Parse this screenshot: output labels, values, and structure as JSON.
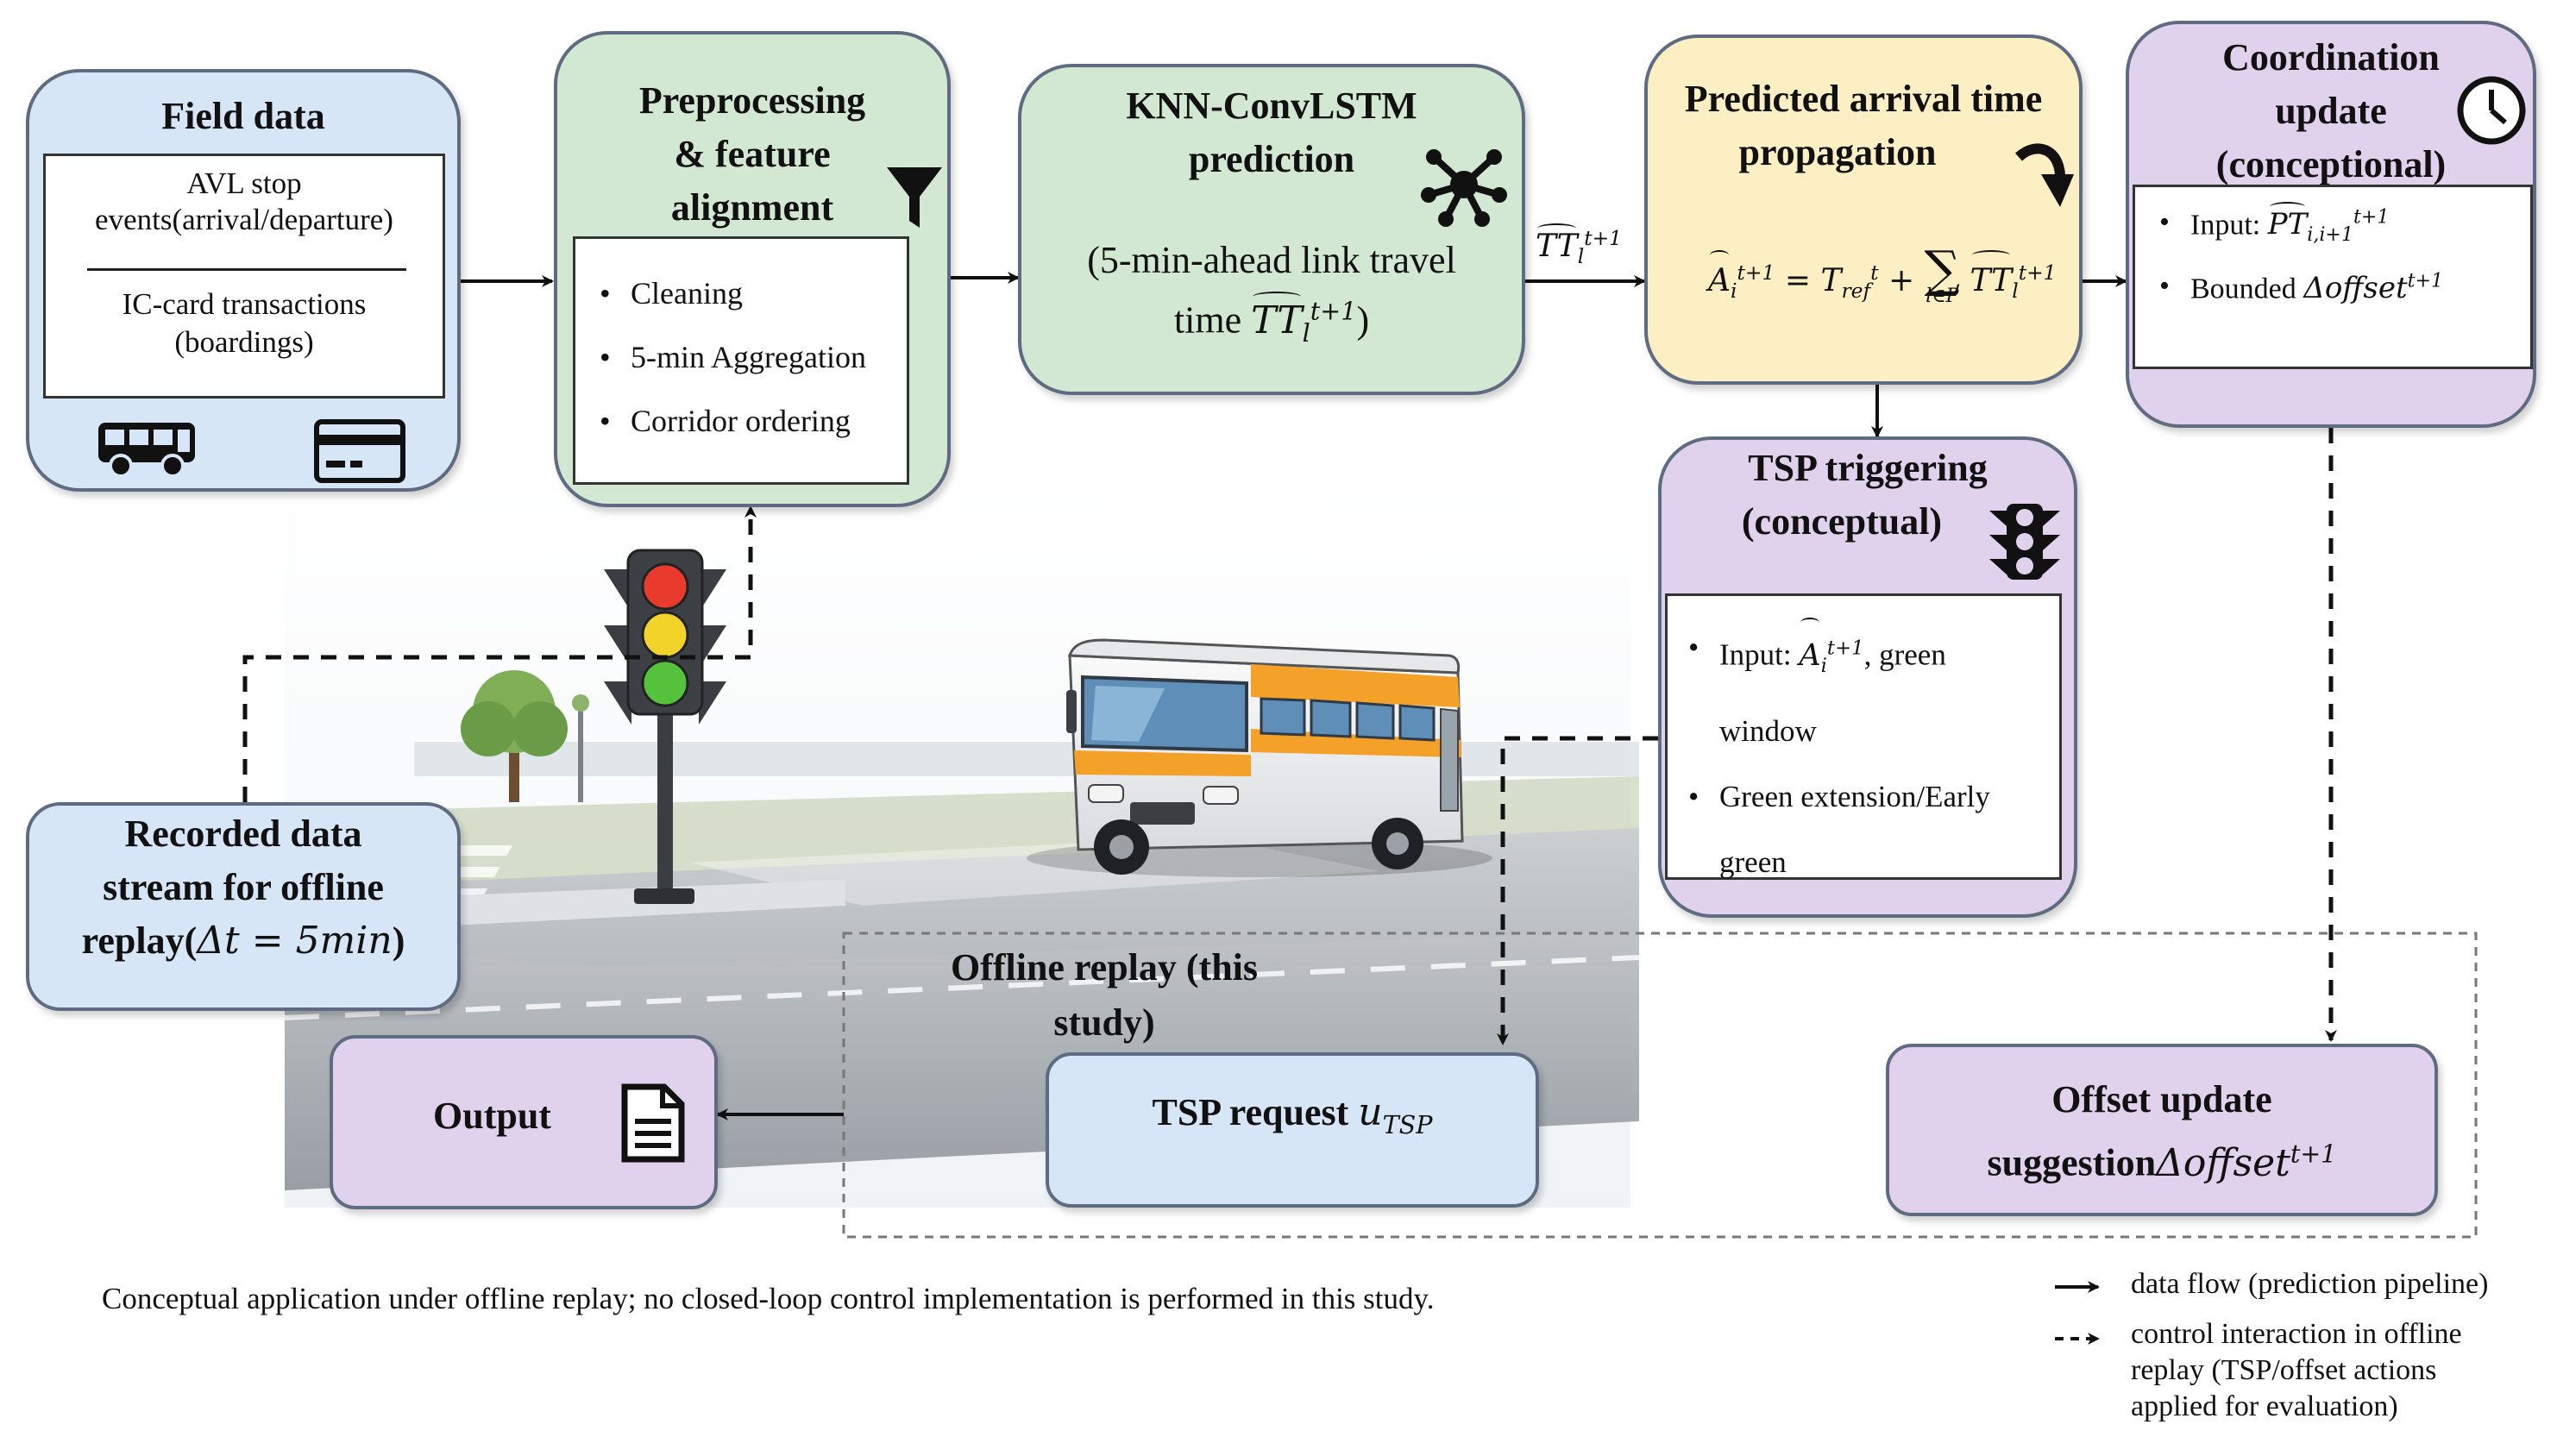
{
  "field_data": {
    "title": "Field data",
    "line1a": "AVL stop",
    "line1b": "events(arrival/departure)",
    "line2a": "IC-card transactions",
    "line2b": "(boardings)",
    "icon_left": "bus-icon",
    "icon_right": "card-icon"
  },
  "preprocessing": {
    "title_l1": "Preprocessing",
    "title_l2": "& feature",
    "title_l3": "alignment",
    "icon": "filter-icon",
    "items": [
      "Cleaning",
      "5-min Aggregation",
      "Corridor ordering"
    ]
  },
  "knn": {
    "title_l1": "KNN-ConvLSTM",
    "title_l2": "prediction",
    "desc_l1": "(5-min-ahead link travel",
    "desc_l2_pre": "time ",
    "desc_var": "TT",
    "desc_sub": "l",
    "desc_sup": "t+1",
    "desc_l2_post": ")",
    "icon": "network-icon"
  },
  "arrow_label": {
    "var": "TT",
    "sub": "l",
    "sup": "t+1"
  },
  "predicted": {
    "title_l1": "Predicted arrival time",
    "title_l2": "propagation",
    "icon": "curved-arrow-icon",
    "eq_a": "A",
    "eq_a_sub": "i",
    "eq_a_sup": "t+1",
    "eq_eq": "=",
    "eq_t": "T",
    "eq_t_sub": "ref",
    "eq_t_sup": "t",
    "eq_plus": "+",
    "eq_sum": "∑",
    "eq_sum_sub": "l∈P",
    "eq_tt": "TT",
    "eq_tt_sub": "l",
    "eq_tt_sup": "t+1"
  },
  "coordination": {
    "title_l1": "Coordination",
    "title_l2": "update",
    "title_l3": "(conceptional)",
    "icon": "clock-icon",
    "item1_pre": "Input: ",
    "item1_var": "PT",
    "item1_sub": "i,i+1",
    "item1_sup": "t+1",
    "item2_pre": "Bounded ",
    "item2_var": "Δoffset",
    "item2_sup": "t+1"
  },
  "tsp_trigger": {
    "title_l1": "TSP triggering",
    "title_l2": "(conceptual)",
    "icon": "traffic-light-icon",
    "item1_pre": "Input: ",
    "item1_var": "A",
    "item1_sub": "i",
    "item1_sup": "t+1",
    "item1_post": ", green",
    "item1_l2": "window",
    "item2_l1": "Green extension/Early",
    "item2_l2": "green"
  },
  "recorded": {
    "title_l1": "Recorded data",
    "title_l2": "stream for offline",
    "title_l3_pre": "replay(",
    "title_l3_math": "Δt = 5min",
    "title_l3_post": ")"
  },
  "offline": {
    "title_l1": "Offline replay (this",
    "title_l2": "study)"
  },
  "tsp_request": {
    "label": "TSP request ",
    "var": "u",
    "sub": "TSP"
  },
  "offset": {
    "title_l1": "Offset update",
    "title_l2_pre": "suggestion",
    "title_l2_var": "Δoffset",
    "title_l2_sup": "t+1"
  },
  "output": {
    "label": "Output",
    "icon": "document-icon"
  },
  "caption": "Conceptual application under offline replay; no closed-loop control implementation is performed in this study.",
  "legend": {
    "solid_l1": "data flow (prediction pipeline)",
    "dashed_l1": "control interaction in offline",
    "dashed_l2": "replay (TSP/offset actions",
    "dashed_l3": "applied for evaluation)"
  },
  "colors": {
    "blue_box": "#d6e6f7",
    "green_box": "#d3e8d2",
    "yellow_box": "#fcefc3",
    "purple_box": "#e0d2ec",
    "bus_body": "#f4a12a",
    "light_red": "#e83a2d",
    "light_yellow": "#f2d32a",
    "light_green": "#55c23b"
  }
}
